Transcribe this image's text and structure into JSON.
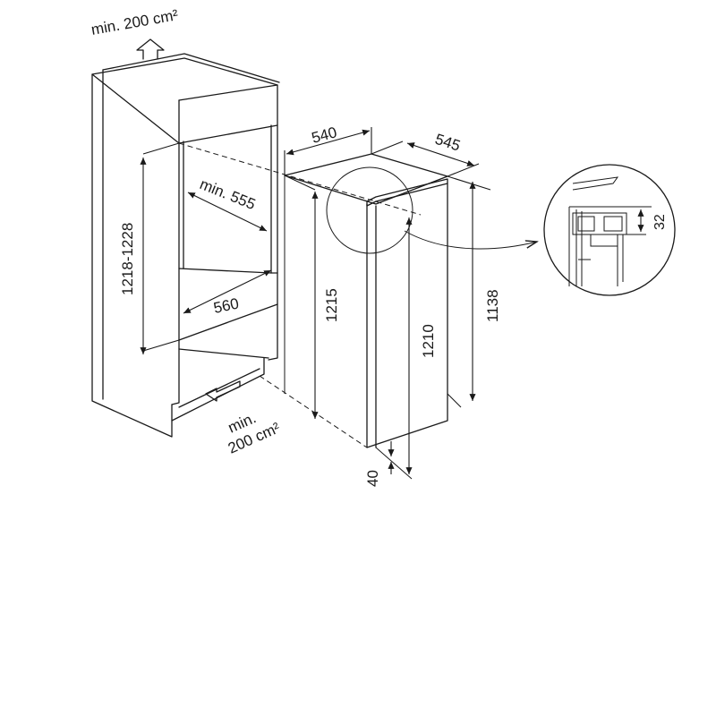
{
  "labels": {
    "vent_top": "min. 200 cm²",
    "vent_bottom_line1": "min.",
    "vent_bottom_line2": "200 cm²",
    "niche_height": "1218-1228",
    "niche_depth_min": "min. 555",
    "niche_width": "560",
    "appliance_width": "540",
    "appliance_depth": "545",
    "appliance_height": "1215",
    "appliance_body_height": "1210",
    "appliance_height_2": "1138",
    "bottom_gap": "40",
    "detail_height": "32"
  },
  "colors": {
    "stroke": "#1a1a1a",
    "background": "#ffffff"
  }
}
